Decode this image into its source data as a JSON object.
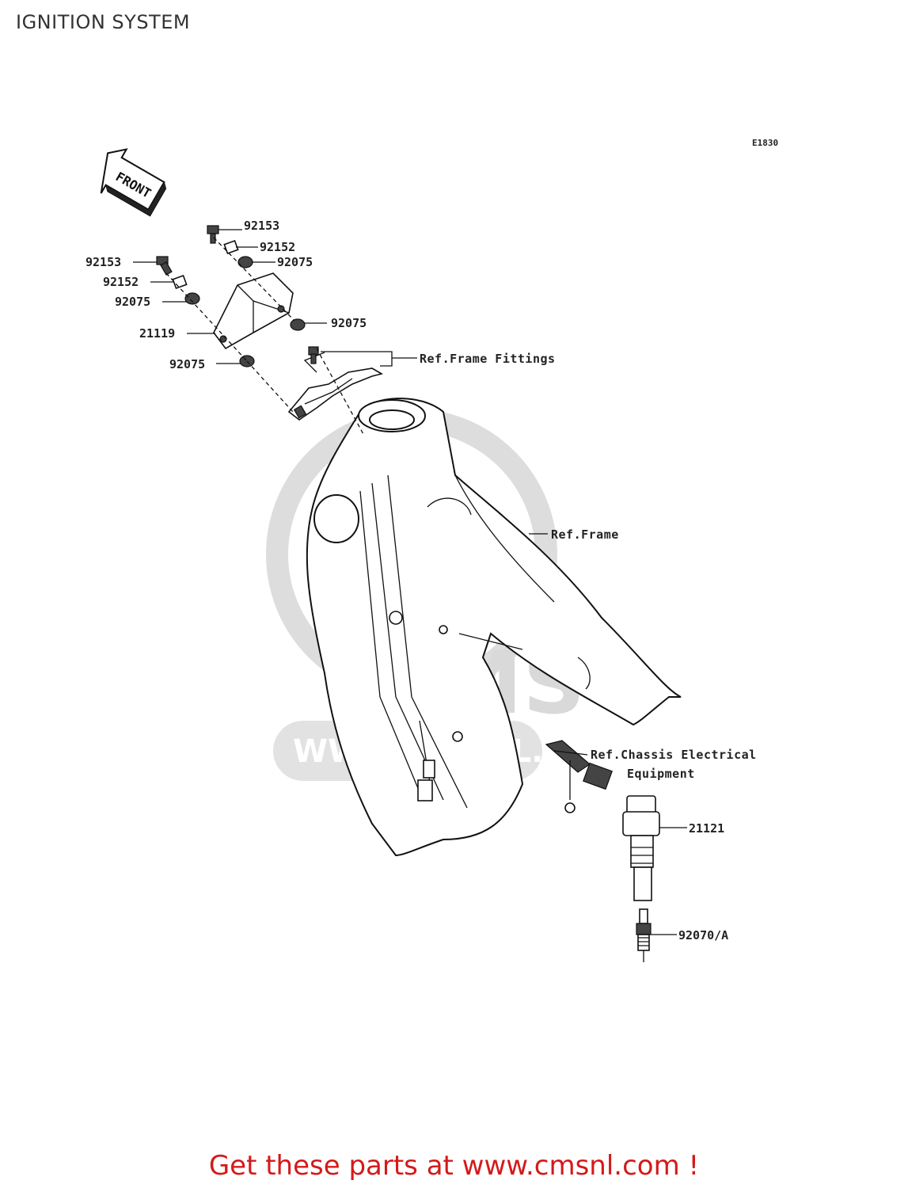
{
  "page": {
    "title": "IGNITION SYSTEM",
    "cta": "Get these parts at www.cmsnl.com !"
  },
  "diagram": {
    "code": "E1830",
    "front_label": "FRONT",
    "watermark_text": "WWW.CMSNL.COM",
    "watermark_logo": "CMS",
    "parts": {
      "p1": "92153",
      "p2": "92152",
      "p3": "92075",
      "p4": "92153",
      "p5": "92152",
      "p6": "92075",
      "p7": "92075",
      "p8": "21119",
      "p9": "92075",
      "p10": "21121",
      "p11": "92070/A"
    },
    "refs": {
      "frame_fittings": "Ref.Frame Fittings",
      "frame": "Ref.Frame",
      "chassis_line1": "Ref.Chassis Electrical",
      "chassis_line2": "Equipment"
    }
  }
}
